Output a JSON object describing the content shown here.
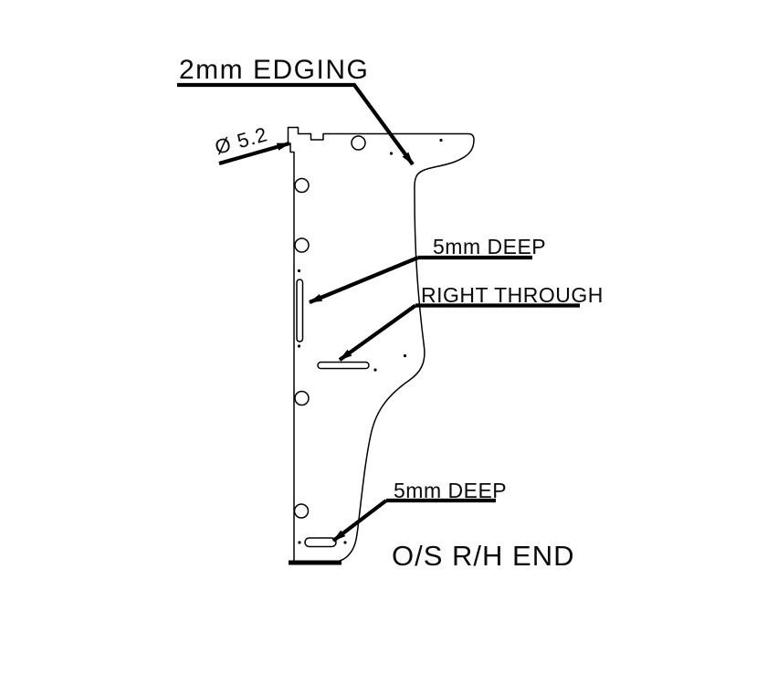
{
  "drawing": {
    "title": "O/S R/H END",
    "labels": {
      "edging": "2mm EDGING",
      "diameter": "Ø 5.2",
      "deep_upper": "5mm DEEP",
      "through": "RIGHT THROUGH",
      "deep_lower": "5mm DEEP"
    },
    "colors": {
      "line": "#000000",
      "background": "#ffffff"
    },
    "features": {
      "holes_diameter_note": "Ø 5.2",
      "hole_count": 5,
      "slot_count": 3,
      "edge_note": "2mm EDGING"
    }
  }
}
